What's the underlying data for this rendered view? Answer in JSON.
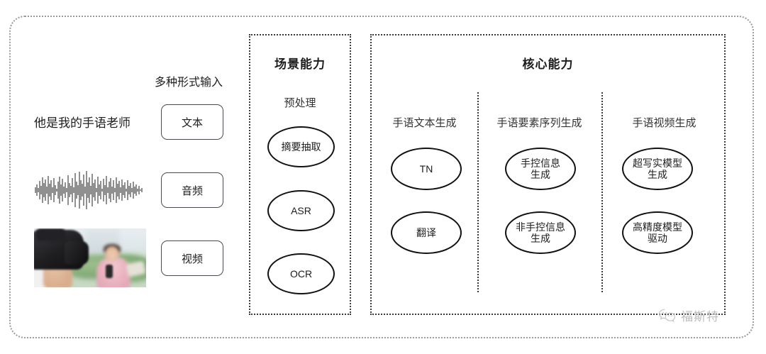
{
  "diagram": {
    "outer_frame": {
      "style": "dotted-rounded",
      "color": "#9a9a9a"
    },
    "input_section": {
      "title": "多种形式输入",
      "sample_text": "他是我的手语老师",
      "modalities": [
        {
          "label": "文本",
          "media": "text"
        },
        {
          "label": "音频",
          "media": "waveform"
        },
        {
          "label": "视频",
          "media": "video-thumbnail"
        }
      ],
      "video_thumbnail_desc": "摄像师与出镜记者"
    },
    "scene_panel": {
      "title": "场景能力",
      "group_heading": "预处理",
      "nodes": [
        "摘要抽取",
        "ASR",
        "OCR"
      ]
    },
    "core_panel": {
      "title": "核心能力",
      "columns": [
        {
          "heading": "手语文本生成",
          "nodes": [
            "TN",
            "翻译"
          ]
        },
        {
          "heading": "手语要素序列生成",
          "nodes": [
            "手控信息\n生成",
            "非手控信息\n生成"
          ]
        },
        {
          "heading": "手语视频生成",
          "nodes": [
            "超写实模型\n生成",
            "高精度模型\n驱动"
          ]
        }
      ]
    },
    "watermark": {
      "text": "福斯特",
      "icon": "wechat-icon",
      "color": "#bdbdbd"
    }
  }
}
